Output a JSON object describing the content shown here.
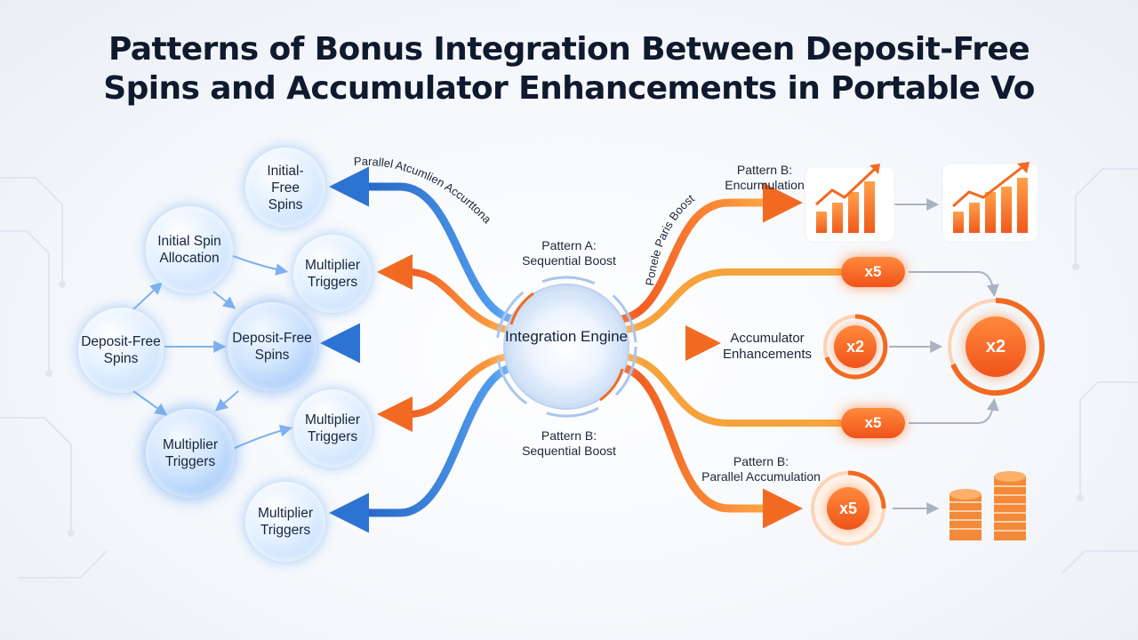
{
  "title": {
    "line1": "Patterns of Bonus Integration Between Deposit-Free",
    "line2": "Spins and Accumulator Enhancements in Portable Vo"
  },
  "left_nodes": {
    "initial_free_spins": "Initial-Free Spins",
    "initial_spin_allocation": "Initial Spin Allocation",
    "multiplier_triggers_1": "Multiplier Triggers",
    "deposit_free_spins_outer": "Deposit-Free Spins",
    "deposit_free_spins_inner": "Deposit-Free Spins",
    "multiplier_triggers_2": "Multiplier Triggers",
    "multiplier_triggers_3": "Multiplier Triggers",
    "multiplier_triggers_4": "Multiplier Triggers"
  },
  "center": {
    "engine": "Integration Engine",
    "pattern_a_top": "Pattern A:",
    "pattern_a_bottom": "Sequential Boost",
    "pattern_b_top": "Pattern B:",
    "pattern_b_bottom": "Sequential Boost",
    "curved_top": "Parallel Atcumlien Accurttonation",
    "curved_right": "Ponele Paris Boost"
  },
  "right": {
    "pattern_b1_top": "Pattern B:",
    "pattern_b1_bottom": "Encurmulation",
    "accumulator_enhancements": "Accumulator Enhancements",
    "pattern_b2_top": "Pattern B:",
    "pattern_b2_bottom": "Parallel Accumulation",
    "badge_top": "x5",
    "badge_bottom": "x5",
    "circle_mid": "x2",
    "circle_big": "x2",
    "circle_low": "x5"
  },
  "colors": {
    "blue": "#2c73d2",
    "orange": "#f26a21",
    "navy": "#0f1a2e"
  },
  "icons": [
    "growth-chart-icon",
    "growth-chart-icon",
    "coin-stack-icon",
    "coin-stack-icon"
  ]
}
